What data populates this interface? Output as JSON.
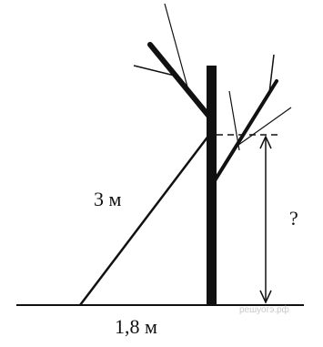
{
  "labels": {
    "slope_length": "3 м",
    "ground_distance": "1,8 м",
    "unknown_height": "?"
  },
  "watermark": "решуогэ.рф",
  "colors": {
    "ink": "#111111",
    "background": "#ffffff",
    "watermark": "#c9c9c9"
  }
}
